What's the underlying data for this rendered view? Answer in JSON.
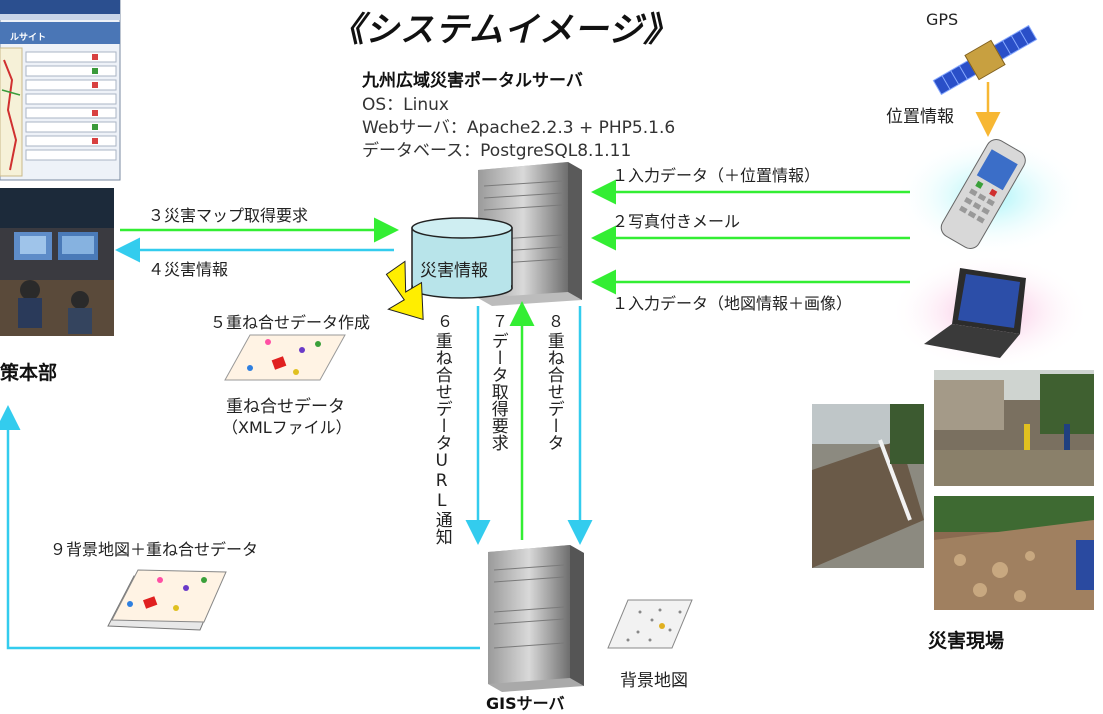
{
  "title": "《システムイメージ》",
  "server": {
    "name": "九州広域災害ポータルサーバ",
    "os": "OS：Linux",
    "web": "Webサーバ：Apache2.2.3 + PHP5.1.6",
    "db": "データベース：PostgreSQL8.1.11"
  },
  "db_label": "災害情報",
  "gps_label": "GPS",
  "position_info": "位置情報",
  "flows": {
    "f1a": "１入力データ（＋位置情報）",
    "f2": "２写真付きメール",
    "f1b": "１入力データ（地図情報＋画像）",
    "f3": "３災害マップ取得要求",
    "f4": "４災害情報",
    "f5": "５重ね合せデータ作成",
    "f6_num": "６",
    "f6": "重ね合せデータURL通知",
    "f7_num": "７",
    "f7": "データ取得要求",
    "f8_num": "８",
    "f8": "重ね合せデータ",
    "f9": "９背景地図＋重ね合せデータ"
  },
  "overlay_data": {
    "line1": "重ね合せデータ",
    "line2": "（XMLファイル）"
  },
  "hq_label": "策本部",
  "gis_server": "GISサーバ",
  "background_map": "背景地図",
  "site_label": "災害現場",
  "screenshot_title": "ルサイト",
  "colors": {
    "arrow_green": "#33ee33",
    "arrow_cyan": "#33ccee",
    "arrow_orange": "#f7b733",
    "db_fill": "#b8e4ea"
  }
}
